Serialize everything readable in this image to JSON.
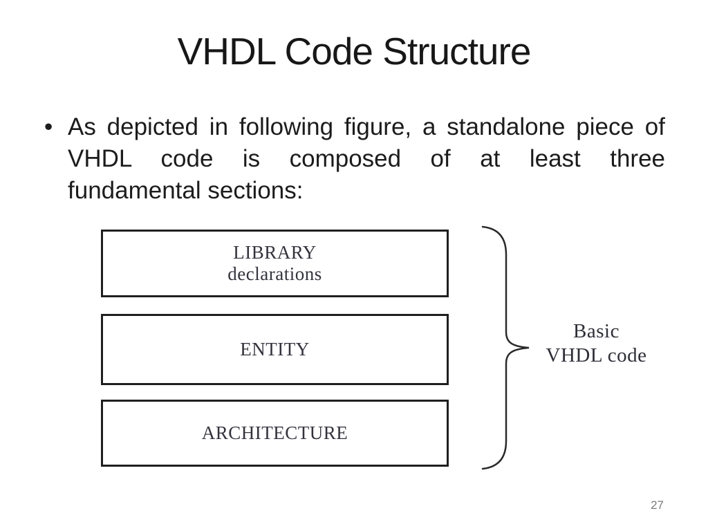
{
  "slide": {
    "title": "VHDL Code Structure",
    "page_number": "27"
  },
  "bullet": {
    "marker": "•",
    "lines": [
      "As depicted in following figure, a standalone piece of",
      "VHDL code is composed of at least three",
      "fundamental sections:"
    ]
  },
  "diagram": {
    "boxes": [
      {
        "label": "LIBRARY",
        "sublabel": "declarations"
      },
      {
        "label": "ENTITY"
      },
      {
        "label": "ARCHITECTURE"
      }
    ],
    "brace_label": {
      "line1": "Basic",
      "line2": "VHDL code"
    },
    "colors": {
      "box_border": "#1f1f1f",
      "box_text": "#33333d",
      "brace": "#2a2a2a",
      "text_black": "#1c1c1c",
      "page_number_gray": "#7a7a7a"
    }
  }
}
